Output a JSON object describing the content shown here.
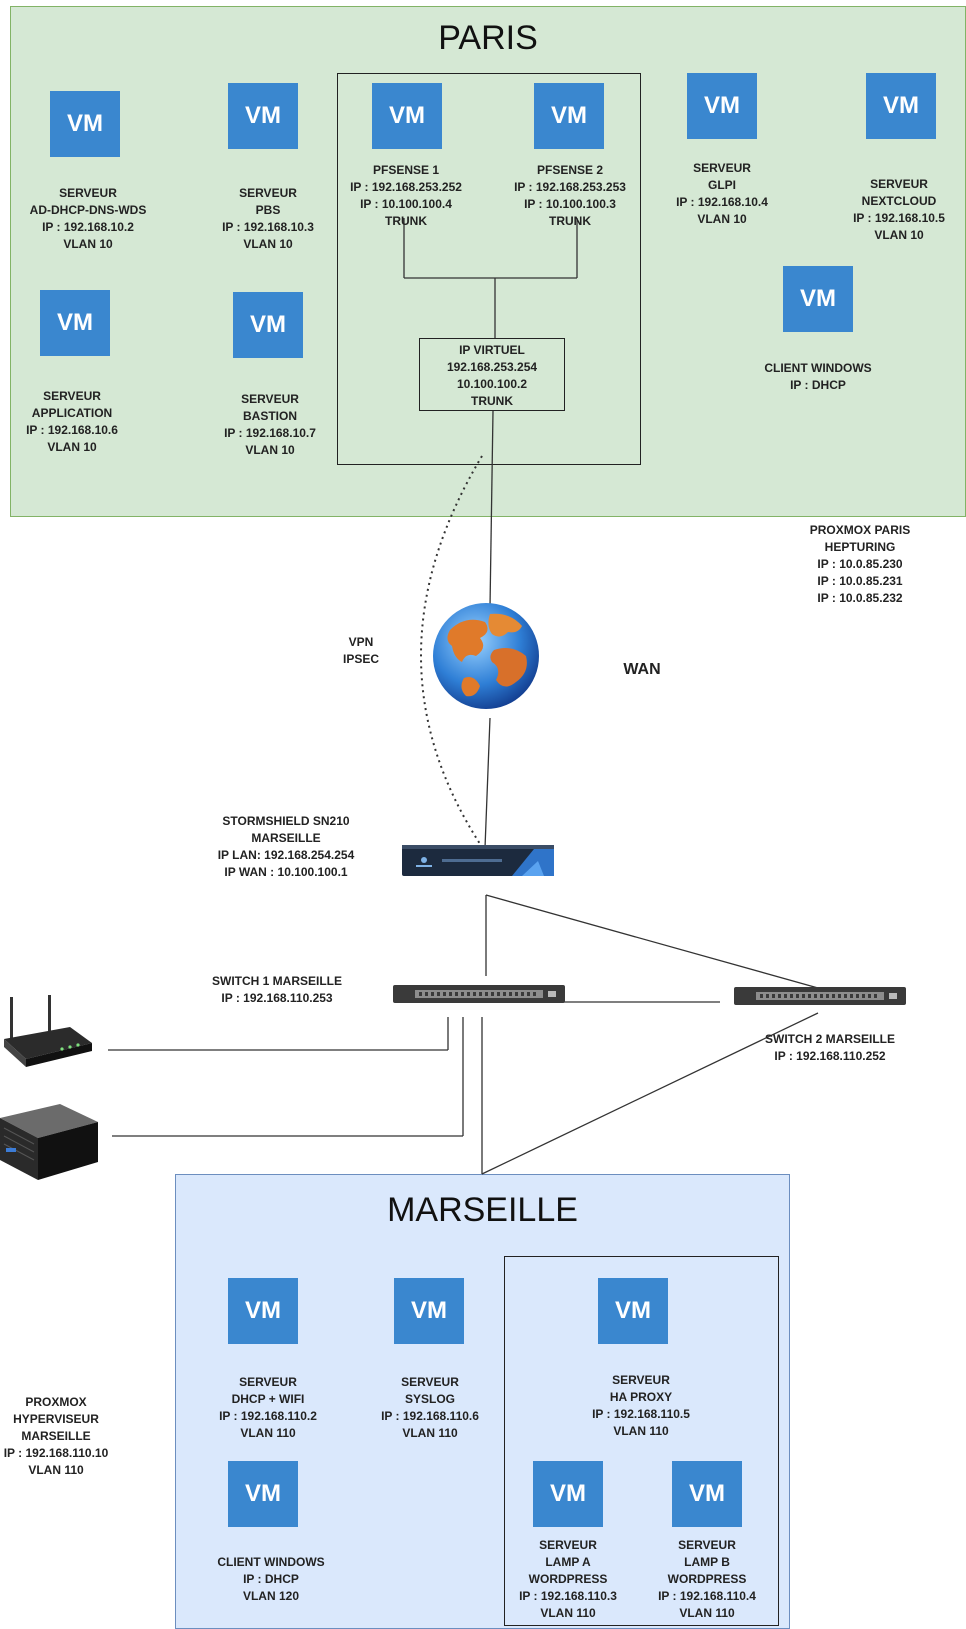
{
  "zones": {
    "paris": "PARIS",
    "marseille": "MARSEILLE"
  },
  "vm_label": "VM",
  "paris": {
    "ad": "SERVEUR\nAD-DHCP-DNS-WDS\nIP : 192.168.10.2\nVLAN 10",
    "pbs": "SERVEUR\nPBS\nIP : 192.168.10.3\nVLAN 10",
    "pfsense1": "PFSENSE 1\nIP : 192.168.253.252\nIP : 10.100.100.4\nTRUNK",
    "pfsense2": "PFSENSE 2\nIP : 192.168.253.253\nIP : 10.100.100.3\nTRUNK",
    "glpi": "SERVEUR\nGLPI\nIP : 192.168.10.4\nVLAN 10",
    "nextcloud": "SERVEUR\nNEXTCLOUD\nIP : 192.168.10.5\nVLAN 10",
    "application": "SERVEUR\nAPPLICATION\nIP : 192.168.10.6\nVLAN 10",
    "bastion": "SERVEUR\nBASTION\nIP : 192.168.10.7\nVLAN 10",
    "client_windows": "CLIENT WINDOWS\nIP : DHCP",
    "ip_virtuel": "IP VIRTUEL\n192.168.253.254\n10.100.100.2\nTRUNK",
    "proxmox": "PROXMOX PARIS\nHEPTURING\nIP : 10.0.85.230\nIP : 10.0.85.231\nIP : 10.0.85.232"
  },
  "wan": {
    "vpn": "VPN\nIPSEC",
    "label": "WAN"
  },
  "marseille_net": {
    "stormshield": "STORMSHIELD SN210\nMARSEILLE\nIP LAN: 192.168.254.254\nIP WAN : 10.100.100.1",
    "switch1": "SWITCH 1 MARSEILLE\nIP : 192.168.110.253",
    "switch2": "SWITCH 2 MARSEILLE\nIP : 192.168.110.252",
    "proxmox": "PROXMOX\nHYPERVISEUR\nMARSEILLE\nIP : 192.168.110.10\nVLAN 110"
  },
  "marseille": {
    "dhcp": "SERVEUR\nDHCP + WIFI\nIP : 192.168.110.2\nVLAN 110",
    "syslog": "SERVEUR\nSYSLOG\nIP : 192.168.110.6\nVLAN 110",
    "haproxy": "SERVEUR\nHA PROXY\nIP : 192.168.110.5\nVLAN 110",
    "client_windows": "CLIENT WINDOWS\nIP : DHCP\nVLAN 120",
    "lamp_a": "SERVEUR\nLAMP A\nWORDPRESS\nIP : 192.168.110.3\nVLAN 110",
    "lamp_b": "SERVEUR\nLAMP B\nWORDPRESS\nIP : 192.168.110.4\nVLAN 110"
  },
  "colors": {
    "paris_zone": "#d5e8d4",
    "marseille_zone": "#dae8fc",
    "vm": "#3a87cf"
  },
  "icons": [
    "globe-icon",
    "firewall-icon",
    "switch-icon",
    "wifi-router-icon",
    "server-icon"
  ]
}
